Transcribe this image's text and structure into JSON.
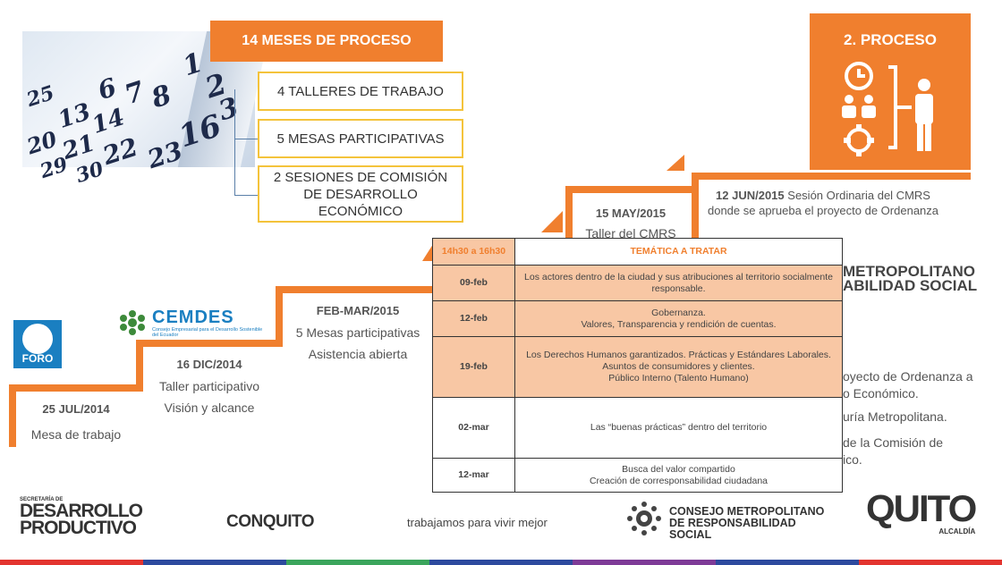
{
  "header": {
    "months": "14 MESES DE PROCESO",
    "boxes": [
      "4 TALLERES DE TRABAJO",
      "5 MESAS PARTICIPATIVAS",
      "2 SESIONES DE COMISIÓN DE DESARROLLO ECONÓMICO"
    ],
    "process_badge": "2. PROCESO"
  },
  "calendar_numbers": [
    "1",
    "2",
    "3",
    "6",
    "7",
    "8",
    "13",
    "14",
    "16",
    "20",
    "21",
    "22",
    "23",
    "25",
    "29",
    "30"
  ],
  "timeline": [
    {
      "date": "25 JUL/2014",
      "lines": [
        "Mesa de trabajo"
      ]
    },
    {
      "date": "16 DIC/2014",
      "lines": [
        "Taller participativo",
        "Visión y alcance"
      ]
    },
    {
      "date": "FEB-MAR/2015",
      "lines": [
        "5 Mesas participativas",
        "Asistencia abierta"
      ]
    },
    {
      "date": "15 MAY/2015",
      "lines": [
        "Taller del CMRS"
      ]
    },
    {
      "date": "12 JUN/2015",
      "desc": "Sesión Ordinaria del CMRS donde se aprueba el proyecto de Ordenanza"
    }
  ],
  "hidden_right": {
    "cmrs_logo": [
      "METROPOLITANO",
      "ABILIDAD SOCIAL"
    ],
    "lines": [
      "oyecto de Ordenanza a",
      "o Económico.",
      "uría Metropolitana.",
      "de la Comisión de",
      "ico."
    ]
  },
  "table": {
    "time_header": "14h30 a 16h30",
    "topic_header": "TEMÁTICA A TRATAR",
    "rows": [
      {
        "date": "09-feb",
        "topic": "Los actores dentro de la ciudad y sus atribuciones al territorio socialmente responsable."
      },
      {
        "date": "12-feb",
        "topic": "Gobernanza.\nValores, Transparencia y rendición de cuentas."
      },
      {
        "date": "19-feb",
        "topic": "Los Derechos Humanos garantizados. Prácticas y Estándares Laborales. Asuntos de consumidores y clientes.\nPúblico Interno (Talento Humano)"
      },
      {
        "date": "02-mar",
        "topic": "Las “buenas prácticas” dentro del territorio"
      },
      {
        "date": "12-mar",
        "topic": "Busca del valor compartido\nCreación de corresponsabilidad ciudadana"
      }
    ]
  },
  "logos": {
    "foro": "FORO",
    "cemdes": "CEMDES",
    "cemdes_sub": "Consejo Empresarial para el Desarrollo Sostenible del Ecuador",
    "desarrollo_small": "SECRETARÍA DE",
    "desarrollo": [
      "DESARROLLO",
      "PRODUCTIVO"
    ],
    "conquito": "CONQUITO",
    "conquito_slogan": "trabajamos para vivir mejor",
    "consejo": [
      "CONSEJO METROPOLITANO",
      "DE RESPONSABILIDAD SOCIAL"
    ],
    "quito": "QUITO",
    "alcaldia": "ALCALDÍA"
  },
  "colors": {
    "accent": "#f07f2e",
    "yellow": "#f4c33b",
    "table_highlight": "#f8c7a4"
  }
}
